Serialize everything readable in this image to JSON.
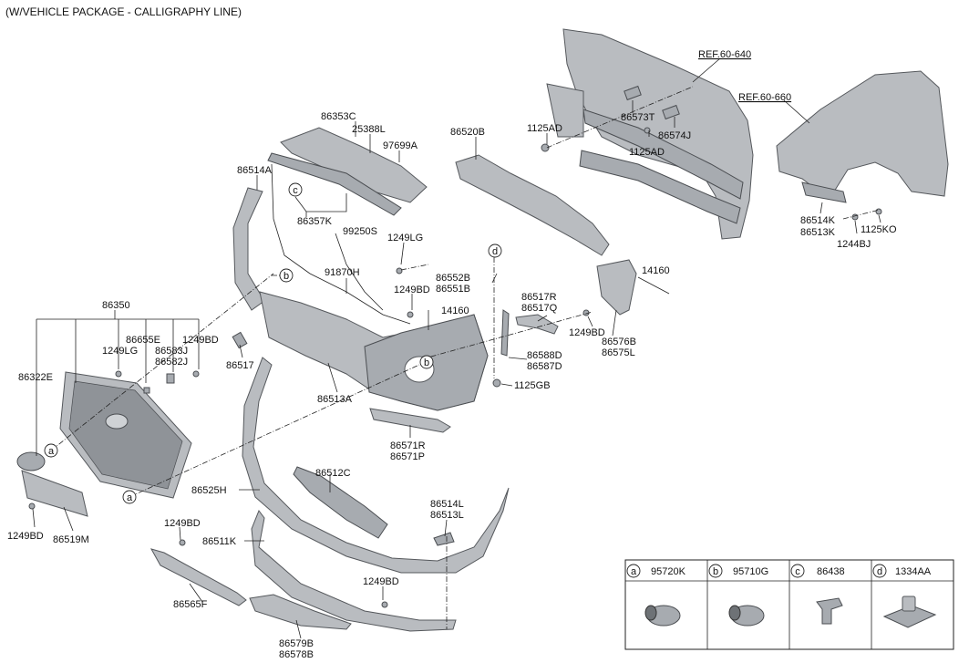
{
  "title": "(W/VEHICLE PACKAGE - CALLIGRAPHY LINE)",
  "refs": {
    "ref1": "REF.60-640",
    "ref2": "REF.60-660"
  },
  "labels": {
    "p86353C": "86353C",
    "p25388L": "25388L",
    "p97699A": "97699A",
    "p86514A": "86514A",
    "p86357K": "86357K",
    "p99250S": "99250S",
    "p1249LG_a": "1249LG",
    "p91870H": "91870H",
    "p86520B": "86520B",
    "p1125AD_a": "1125AD",
    "p86573T": "86573T",
    "p1125AD_b": "1125AD",
    "p86574J": "86574J",
    "p86514K": "86514K",
    "p86513K": "86513K",
    "p1244BJ": "1244BJ",
    "p1125KO": "1125KO",
    "p14160_a": "14160",
    "p86552B": "86552B",
    "p86551B": "86551B",
    "p1249BD_a": "1249BD",
    "p14160_b": "14160",
    "p86517R": "86517R",
    "p86517Q": "86517Q",
    "p1249BD_b": "1249BD",
    "p86576B": "86576B",
    "p86575L": "86575L",
    "p86588D": "86588D",
    "p86587D": "86587D",
    "p1125GB": "1125GB",
    "p86350": "86350",
    "p86655E": "86655E",
    "p1249BD_c": "1249BD",
    "p1249LG_b": "1249LG",
    "p86583J": "86583J",
    "p86582J": "86582J",
    "p86322E": "86322E",
    "p86517": "86517",
    "p86513A": "86513A",
    "p86571R": "86571R",
    "p86571P": "86571P",
    "p86525H": "86525H",
    "p86512C": "86512C",
    "p86514L": "86514L",
    "p86513L": "86513L",
    "p1249BD_d": "1249BD",
    "p86519M": "86519M",
    "p1249BD_e": "1249BD",
    "p86511K": "86511K",
    "p86565F": "86565F",
    "p1249BD_f": "1249BD",
    "p86579B": "86579B",
    "p86578B": "86578B"
  },
  "callouts": {
    "a": "a",
    "b": "b",
    "c": "c",
    "d": "d"
  },
  "legend": [
    {
      "letter": "a",
      "part": "95720K"
    },
    {
      "letter": "b",
      "part": "95710G"
    },
    {
      "letter": "c",
      "part": "86438"
    },
    {
      "letter": "d",
      "part": "1334AA"
    }
  ]
}
